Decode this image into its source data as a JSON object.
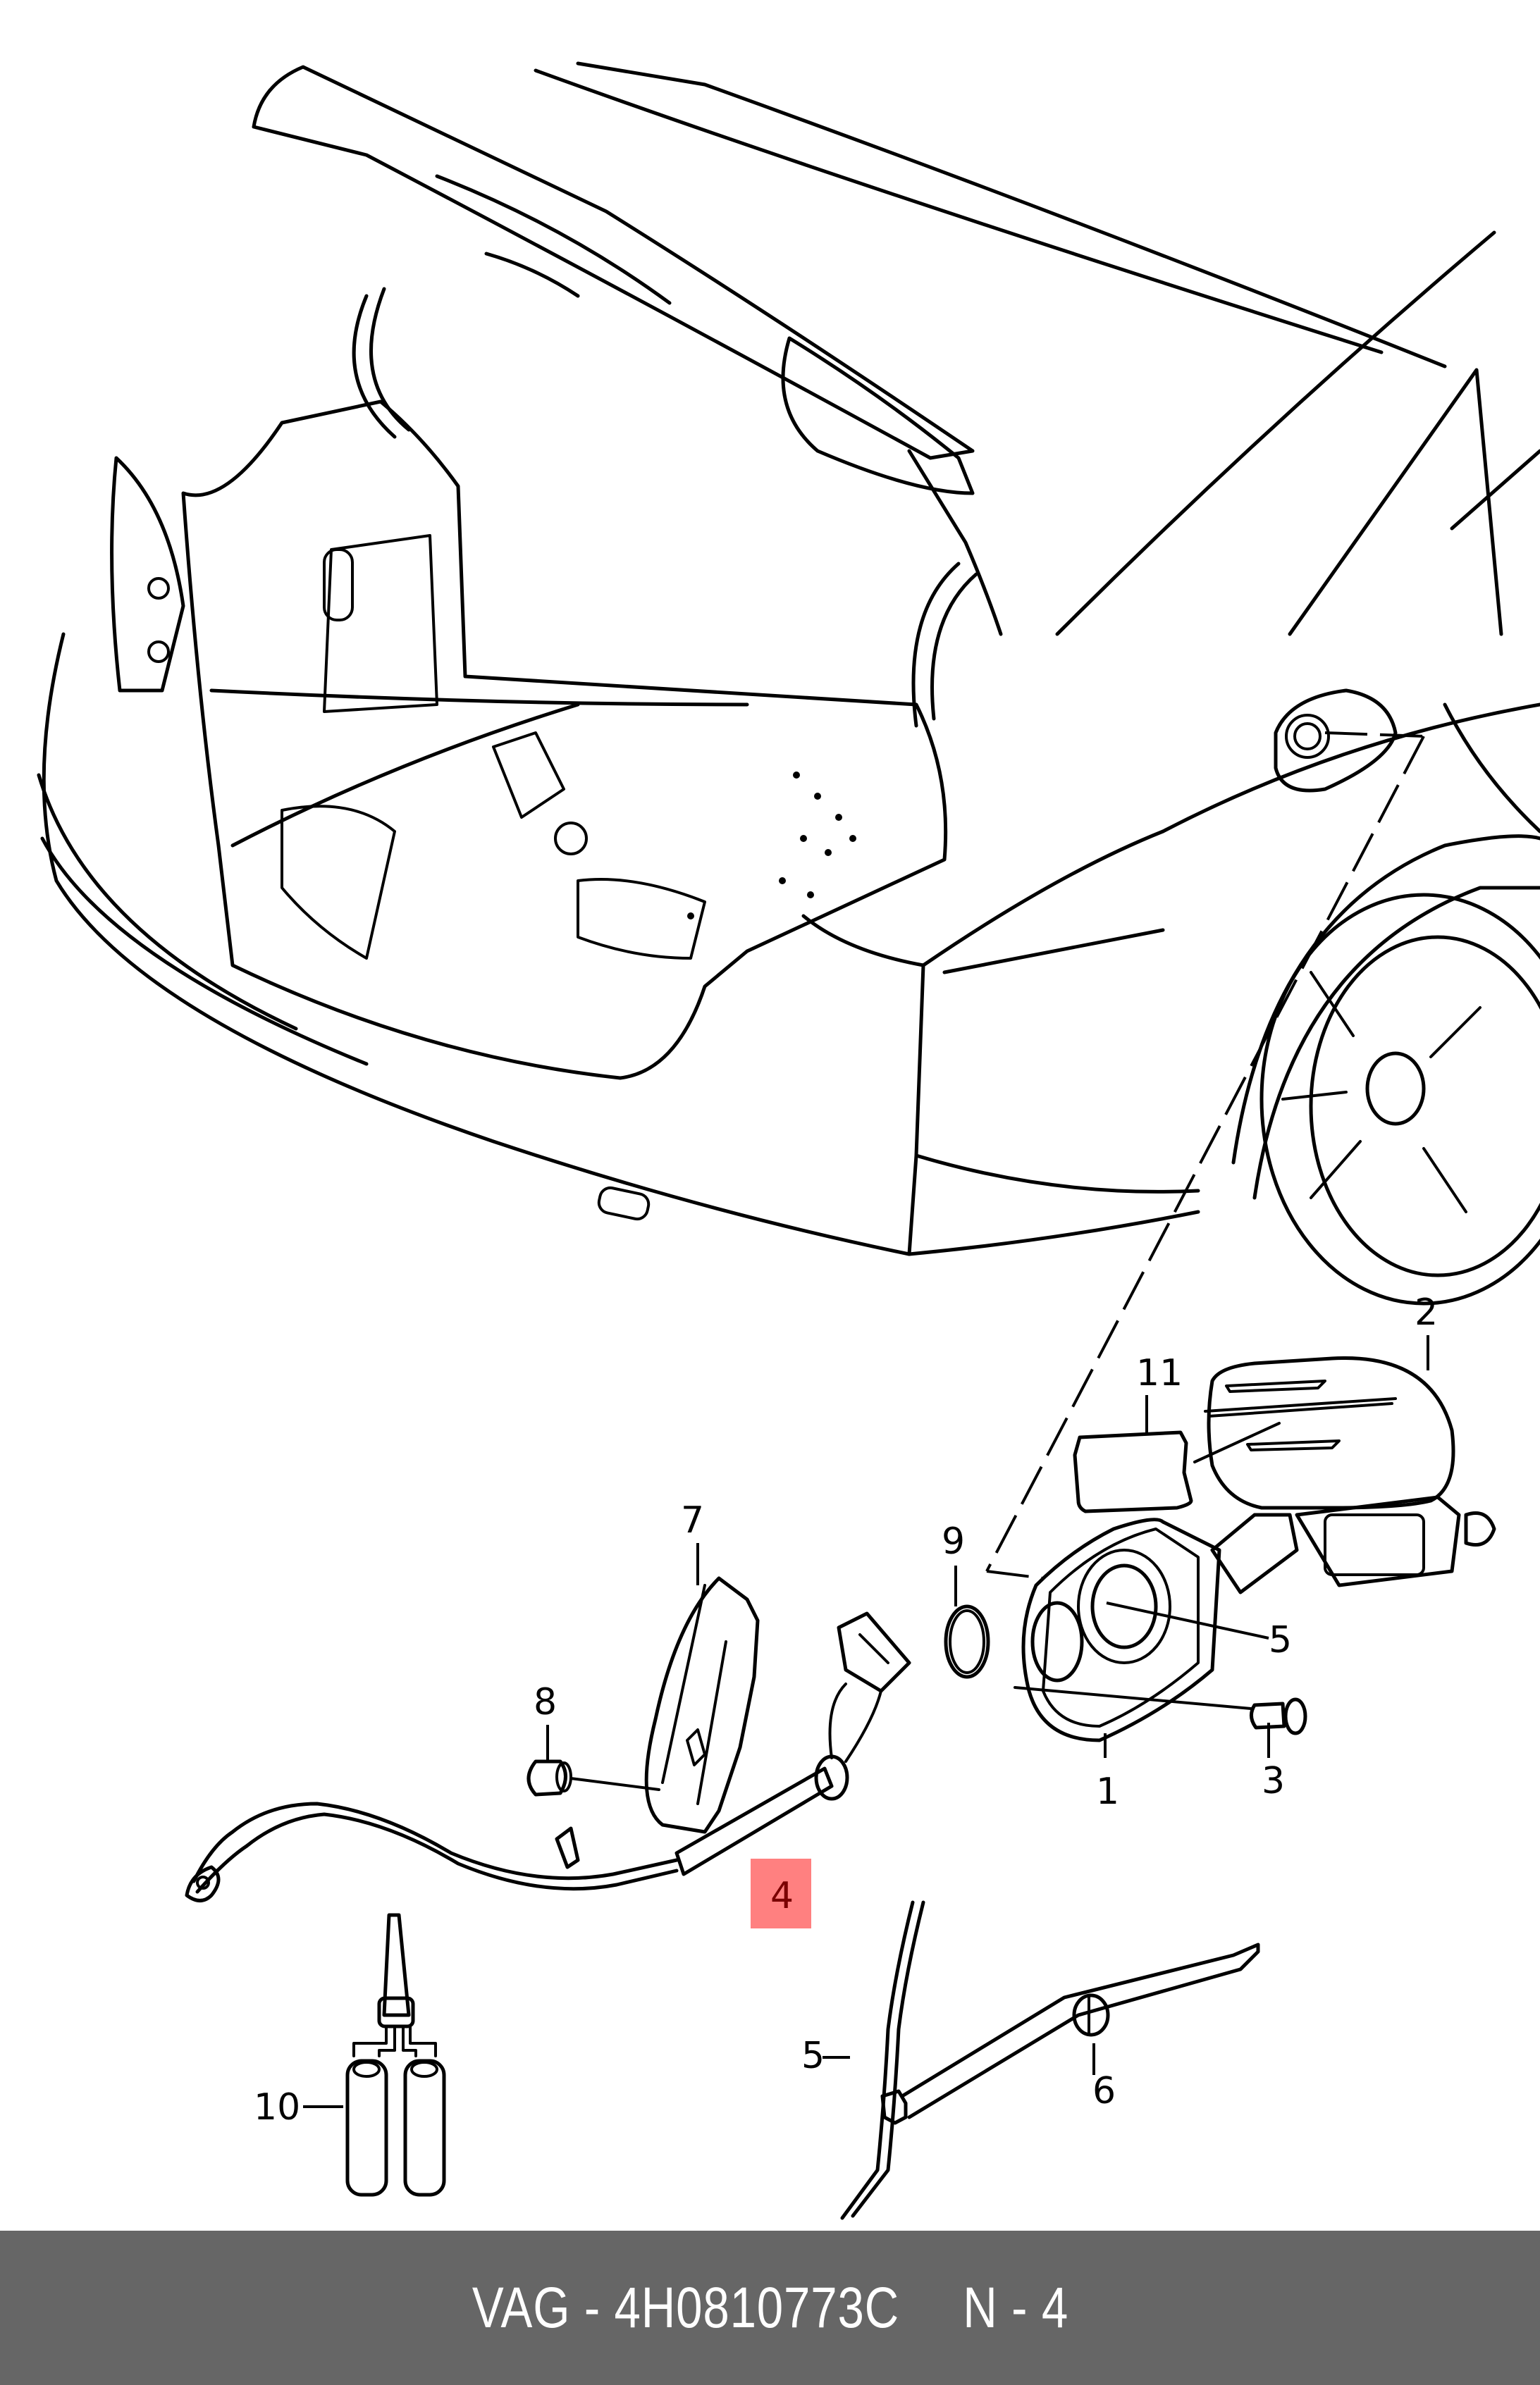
{
  "diagram": {
    "title": "Rear fuel filler flap and release cable exploded view",
    "highlight_color": "#ff8080",
    "highlighted_part": "4",
    "callouts": [
      {
        "id": "c1",
        "label": "1"
      },
      {
        "id": "c2",
        "label": "2"
      },
      {
        "id": "c3",
        "label": "3"
      },
      {
        "id": "c4",
        "label": "4"
      },
      {
        "id": "c5a",
        "label": "5"
      },
      {
        "id": "c5b",
        "label": "5"
      },
      {
        "id": "c6",
        "label": "6"
      },
      {
        "id": "c7",
        "label": "7"
      },
      {
        "id": "c8",
        "label": "8"
      },
      {
        "id": "c9",
        "label": "9"
      },
      {
        "id": "c10",
        "label": "10"
      },
      {
        "id": "c11",
        "label": "11"
      }
    ]
  },
  "footer": {
    "background": "#666666",
    "part_number": "VAG - 4H0810773C",
    "position": "N - 4"
  }
}
